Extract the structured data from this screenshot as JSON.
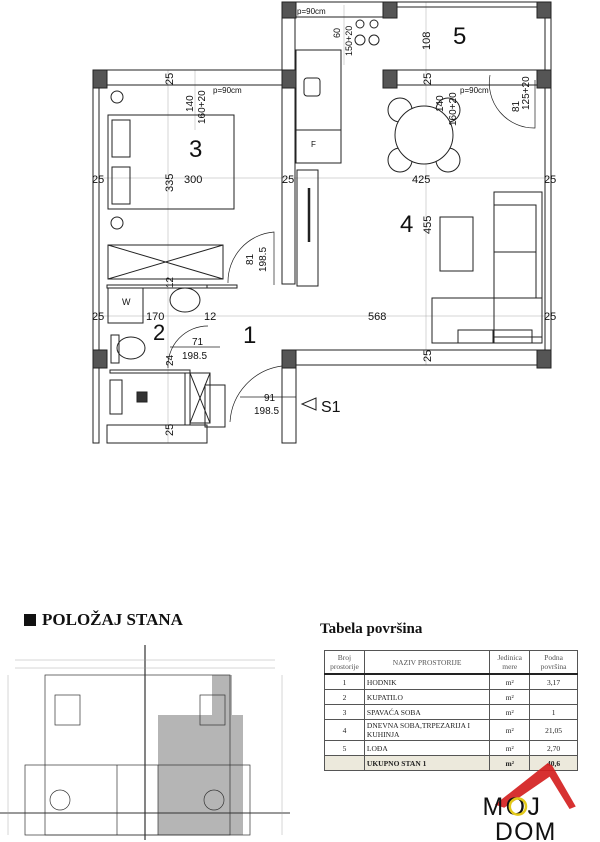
{
  "plan": {
    "rooms": {
      "r1": "1",
      "r2": "2",
      "r3": "3",
      "r4": "4",
      "r5": "5"
    },
    "entrance_label": "S1",
    "dims": {
      "d25": "25",
      "d300": "300",
      "d335": "335",
      "d140": "140",
      "d160_20": "160+20",
      "p90": "p=90cm",
      "d425": "425",
      "d455": "455",
      "d568": "568",
      "d170": "170",
      "d12": "12",
      "d108": "108",
      "d60": "60",
      "d150_20": "150+20",
      "d81": "81",
      "d125_20": "125+20",
      "d198_5": "198.5",
      "d71": "71",
      "d91": "91",
      "d24": "24",
      "wm": "W",
      "fridge": "F"
    }
  },
  "position": {
    "title": "POLOŽAJ STANA"
  },
  "table": {
    "title": "Tabela površina",
    "headers": [
      "Broj prostorije",
      "NAZIV PROSTORIJE",
      "Jedinica mere",
      "Podna površina"
    ],
    "rows": [
      {
        "no": "1",
        "name": "HODNIK",
        "unit": "m²",
        "area": "3,17"
      },
      {
        "no": "2",
        "name": "KUPATILO",
        "unit": "m²",
        "area": ""
      },
      {
        "no": "3",
        "name": "SPAVAĆA SOBA",
        "unit": "m²",
        "area": "1"
      },
      {
        "no": "4",
        "name": "DNEVNA SOBA,TRPEZARIJA I KUHINJA",
        "unit": "m²",
        "area": "21,05"
      },
      {
        "no": "5",
        "name": "LOĐA",
        "unit": "m²",
        "area": "2,70"
      }
    ],
    "total": {
      "name": "UKUPNO STAN 1",
      "unit": "m²",
      "area": "40,6"
    }
  },
  "logo": {
    "line1": "MOJ",
    "line2": "DOM",
    "accent": "#d42020",
    "ring": "#e3c919"
  }
}
